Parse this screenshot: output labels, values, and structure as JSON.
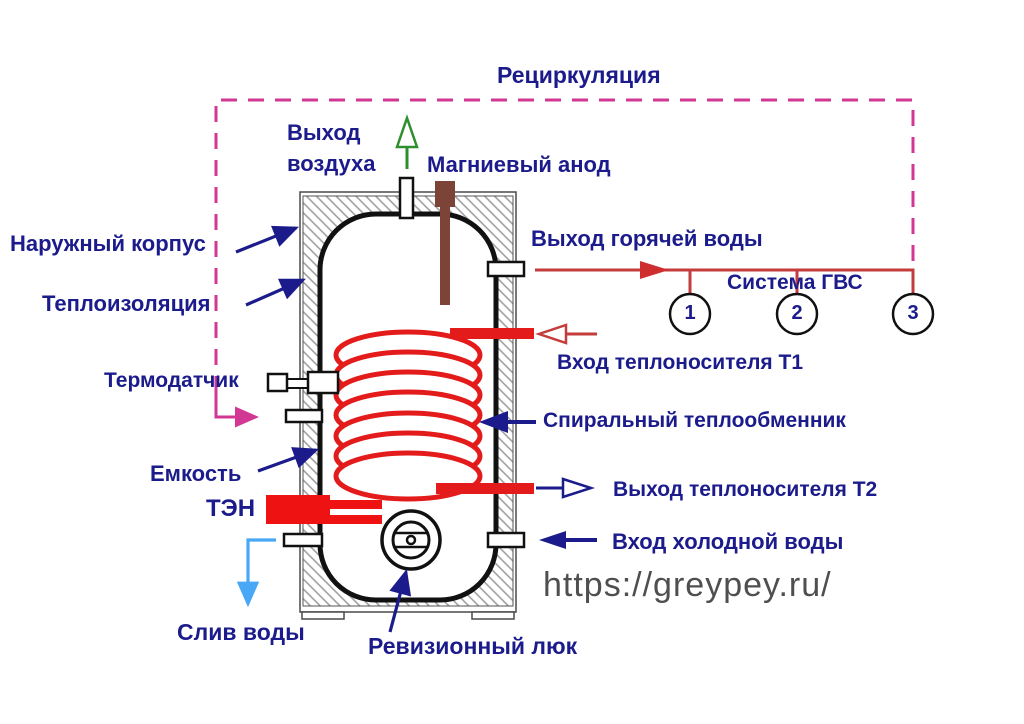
{
  "colors": {
    "label_blue": "#1b1b8c",
    "recirculation_magenta": "#d23793",
    "red_bright": "#e81616",
    "red_line": "#c43c3c",
    "air_green": "#2f8f2f",
    "drain_light_blue": "#49a8f5",
    "anode_brown": "#7c4337",
    "watermark_gray": "#4f4f4f"
  },
  "labels": {
    "title": "Рециркуляция",
    "air_outlet": "Выход\nвоздуха",
    "anode": "Магниевый анод",
    "outer_casing": "Наружный корпус",
    "insulation": "Теплоизоляция",
    "hot_water_outlet": "Выход горячей воды",
    "dhw_system": "Система ГВС",
    "t1_inlet": "Вход теплоносителя Т1",
    "temp_sensor": "Термодатчик",
    "heat_exchanger": "Спиральный теплообменник",
    "tank": "Емкость",
    "t2_outlet": "Выход теплоносителя Т2",
    "heating_element": "ТЭН",
    "cold_water_inlet": "Вход холодной воды",
    "drain": "Слив воды",
    "inspection_hatch": "Ревизионный люк",
    "watermark": "https://greypey.ru/"
  },
  "tap_points": [
    "1",
    "2",
    "3"
  ]
}
